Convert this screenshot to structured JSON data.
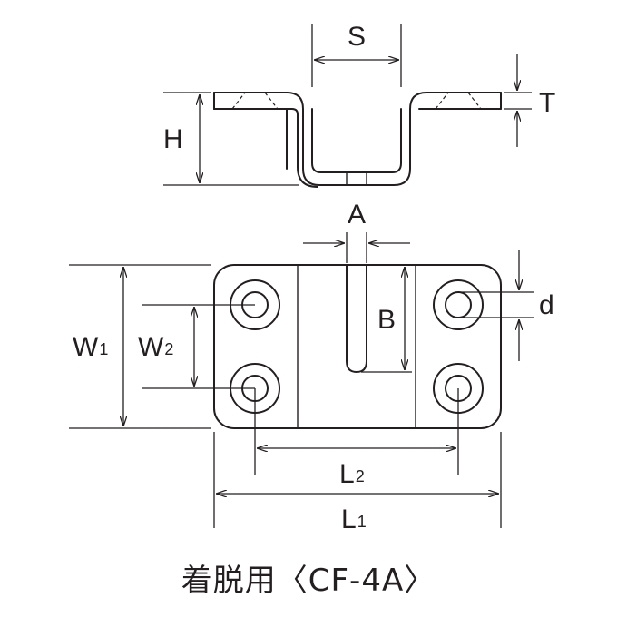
{
  "labels": {
    "S": "S",
    "T": "T",
    "H": "H",
    "A": "A",
    "B": "B",
    "d": "d",
    "W1": {
      "main": "W",
      "sub": "1"
    },
    "W2": {
      "main": "W",
      "sub": "2"
    },
    "L1": {
      "main": "L",
      "sub": "1"
    },
    "L2": {
      "main": "L",
      "sub": "2"
    }
  },
  "caption": "着脱用〈CF-4A〉"
}
